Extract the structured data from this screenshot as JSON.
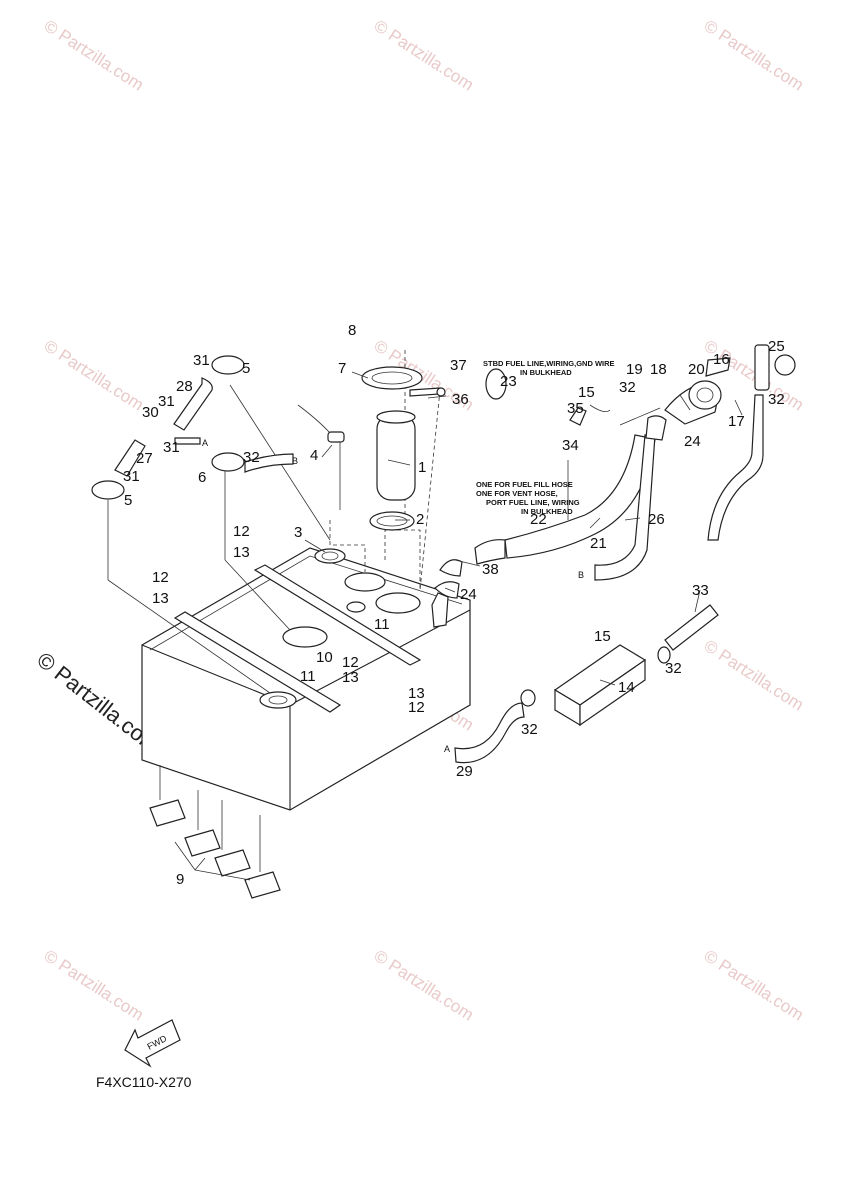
{
  "watermark": {
    "text": "© Partzilla.com",
    "big_text": "© Partzilla.com"
  },
  "diagram": {
    "code": "F4XC110-X270",
    "fwd": "FWD",
    "notes": {
      "stbd_line1": "STBD FUEL LINE,WIRING,GND WIRE",
      "stbd_line2": "IN BULKHEAD",
      "fill_line1": "ONE FOR FUEL FILL HOSE",
      "fill_line2": "ONE FOR VENT HOSE,",
      "fill_line3": "PORT FUEL LINE, WIRING",
      "fill_line4": "IN BULKHEAD"
    },
    "markers": {
      "a": "A",
      "b": "B"
    },
    "callouts": {
      "n1": "1",
      "n2": "2",
      "n3": "3",
      "n4": "4",
      "n5a": "5",
      "n5b": "5",
      "n6": "6",
      "n7": "7",
      "n8": "8",
      "n9": "9",
      "n10": "10",
      "n11a": "11",
      "n11b": "11",
      "n12a": "12",
      "n12b": "12",
      "n12c": "12",
      "n12d": "12",
      "n13a": "13",
      "n13b": "13",
      "n13c": "13",
      "n13d": "13",
      "n14": "14",
      "n15a": "15",
      "n15b": "15",
      "n16": "16",
      "n17": "17",
      "n18": "18",
      "n19": "19",
      "n20": "20",
      "n21": "21",
      "n22": "22",
      "n23": "23",
      "n24a": "24",
      "n24b": "24",
      "n25": "25",
      "n26": "26",
      "n27": "27",
      "n28": "28",
      "n29": "29",
      "n30": "30",
      "n31a": "31",
      "n31b": "31",
      "n31c": "31",
      "n31d": "31",
      "n32a": "32",
      "n32b": "32",
      "n32c": "32",
      "n32d": "32",
      "n32e": "32",
      "n33": "33",
      "n34": "34",
      "n35": "35",
      "n36": "36",
      "n37": "37",
      "n38": "38"
    }
  }
}
